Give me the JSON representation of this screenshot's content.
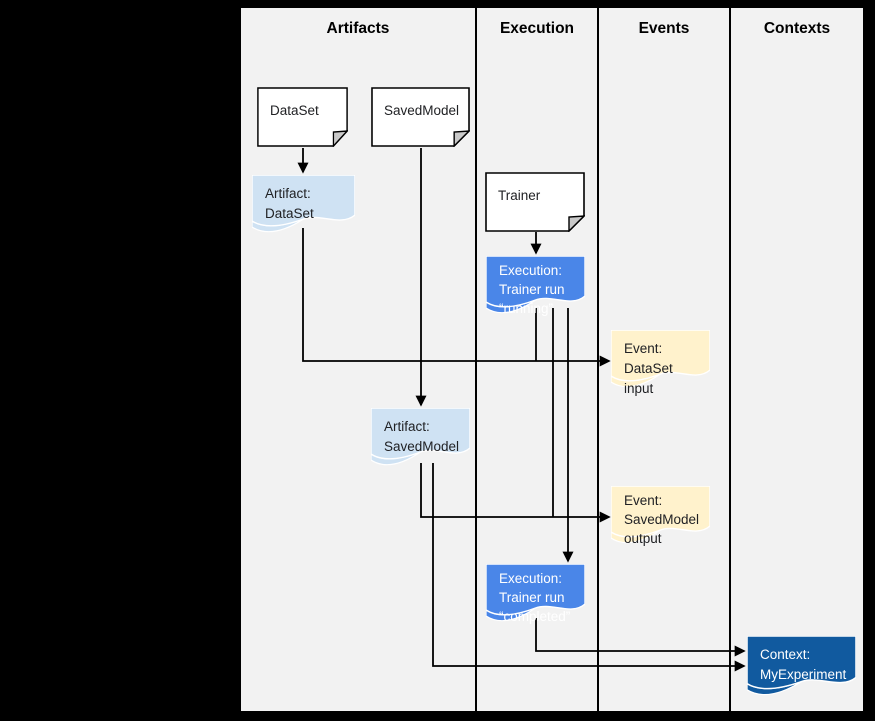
{
  "columns": [
    {
      "label": "Artifacts"
    },
    {
      "label": "Execution"
    },
    {
      "label": "Events"
    },
    {
      "label": "Contexts"
    }
  ],
  "nodes": {
    "dataset": {
      "lines": [
        "DataSet"
      ]
    },
    "savedmodel": {
      "lines": [
        "SavedModel"
      ]
    },
    "trainer": {
      "lines": [
        "Trainer"
      ]
    },
    "artifact_dataset": {
      "lines": [
        "Artifact:",
        "DataSet"
      ]
    },
    "execution_running": {
      "lines": [
        "Execution:",
        "Trainer run",
        "“running”"
      ]
    },
    "event_dataset_input": {
      "lines": [
        "Event:",
        "DataSet input"
      ]
    },
    "artifact_savedmodel": {
      "lines": [
        "Artifact:",
        "SavedModel"
      ]
    },
    "event_savedmodel_output": {
      "lines": [
        "Event:",
        "SavedModel",
        "output"
      ]
    },
    "execution_completed": {
      "lines": [
        "Execution:",
        "Trainer run",
        "“completed”"
      ]
    },
    "context_myexperiment": {
      "lines": [
        "Context:",
        "MyExperiment"
      ]
    }
  },
  "colors": {
    "canvas_bg": "#f2f2f2",
    "frame_bg": "#000000",
    "file_fill": "#ffffff",
    "fold_fill": "#c9c9c9",
    "artifact_fill": "#cfe2f3",
    "execution_fill": "#4a86e8",
    "event_fill": "#fff2cc",
    "context_fill": "#115a9f",
    "line": "#000000"
  }
}
